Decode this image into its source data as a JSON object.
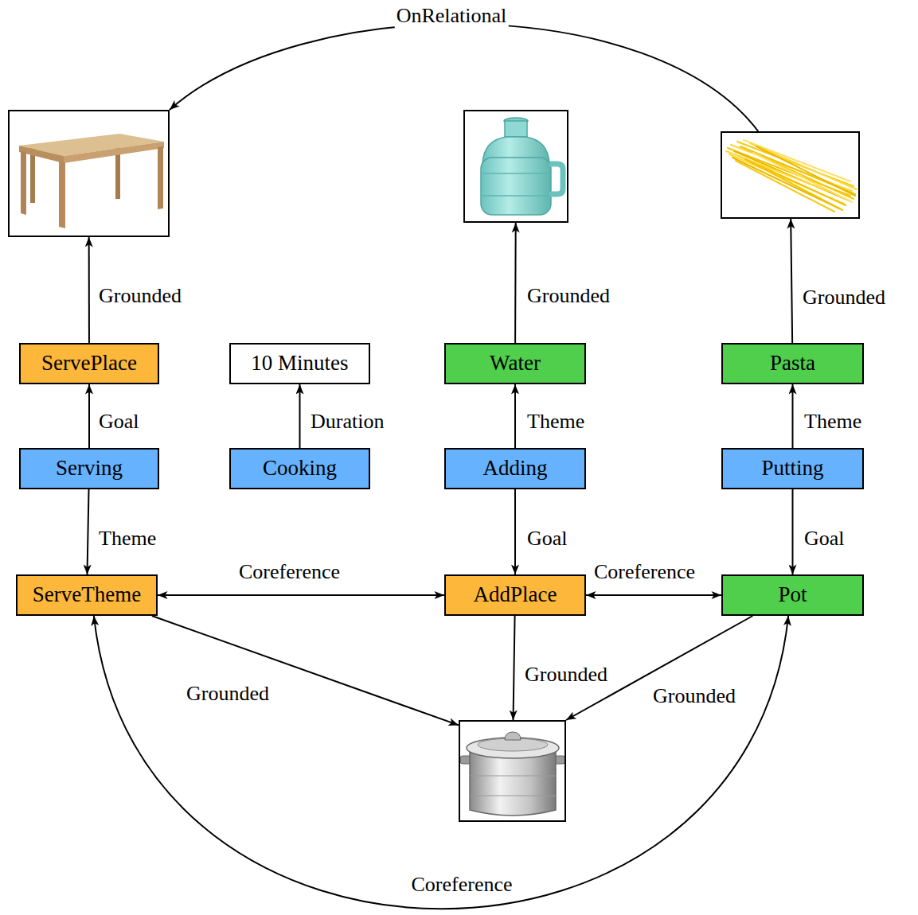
{
  "diagram": {
    "nodes": [
      {
        "text": []
      },
      {
        "text": []
      },
      {
        "text": []
      },
      {
        "text": [
          "ServePlace"
        ]
      },
      {
        "text": [
          "10 Minutes"
        ]
      },
      {
        "text": [
          "Water"
        ]
      },
      {
        "text": [
          "Pasta"
        ]
      },
      {
        "text": [
          "Serving"
        ]
      },
      {
        "text": [
          "Cooking"
        ]
      },
      {
        "text": [
          "Adding"
        ]
      },
      {
        "text": [
          "Putting"
        ]
      },
      {
        "text": [
          "ServeTheme"
        ]
      },
      {
        "text": [
          "AddPlace"
        ]
      },
      {
        "text": [
          "Pot"
        ]
      },
      {
        "text": []
      }
    ],
    "edges": [
      {
        "from": 2,
        "to": 0,
        "label": "OnRelational",
        "arrow": "to"
      },
      {
        "from": 3,
        "to": 0,
        "label": "Grounded",
        "arrow": "to"
      },
      {
        "from": 5,
        "to": 1,
        "label": "Grounded",
        "arrow": "to"
      },
      {
        "from": 6,
        "to": 2,
        "label": "Grounded",
        "arrow": "to"
      },
      {
        "from": 7,
        "to": 3,
        "label": "Goal",
        "arrow": "to"
      },
      {
        "from": 8,
        "to": 4,
        "label": "Duration",
        "arrow": "to"
      },
      {
        "from": 9,
        "to": 5,
        "label": "Theme",
        "arrow": "to"
      },
      {
        "from": 10,
        "to": 6,
        "label": "Theme",
        "arrow": "to"
      },
      {
        "from": 7,
        "to": 11,
        "label": "Theme",
        "arrow": "to"
      },
      {
        "from": 9,
        "to": 12,
        "label": "Goal",
        "arrow": "to"
      },
      {
        "from": 10,
        "to": 13,
        "label": "Goal",
        "arrow": "to"
      },
      {
        "from": 11,
        "to": 12,
        "label": "Coreference",
        "arrow": "both"
      },
      {
        "from": 12,
        "to": 13,
        "label": "Coreference",
        "arrow": "both"
      },
      {
        "from": 11,
        "to": 14,
        "label": "Grounded",
        "arrow": "to"
      },
      {
        "from": 12,
        "to": 14,
        "label": "Grounded",
        "arrow": "to"
      },
      {
        "from": 13,
        "to": 14,
        "label": "Grounded",
        "arrow": "to"
      },
      {
        "from": 11,
        "to": 13,
        "label": "Coreference",
        "arrow": "both"
      }
    ]
  }
}
